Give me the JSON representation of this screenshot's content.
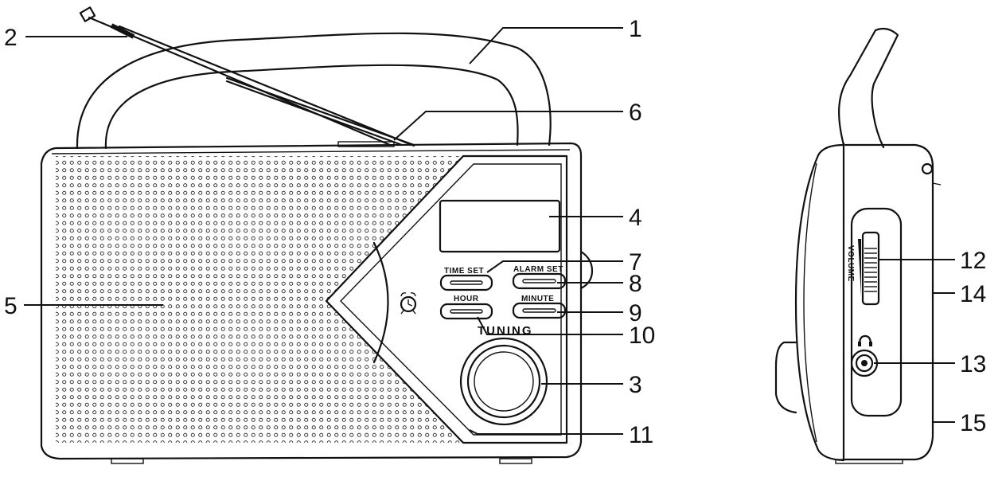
{
  "panel_labels": {
    "time_set": "TIME SET",
    "alarm_set": "ALARM SET",
    "hour": "HOUR",
    "minute": "MINUTE",
    "tuning": "TUNING",
    "volume": "VOLUME"
  },
  "callouts": {
    "c1": "1",
    "c2": "2",
    "c3": "3",
    "c4": "4",
    "c5": "5",
    "c6": "6",
    "c7": "7",
    "c8": "8",
    "c9": "9",
    "c10": "10",
    "c11": "11",
    "c12": "12",
    "c13": "13",
    "c14": "14",
    "c15": "15"
  },
  "icons": [
    "antenna-icon",
    "alarm-clock-icon",
    "headphone-icon"
  ]
}
